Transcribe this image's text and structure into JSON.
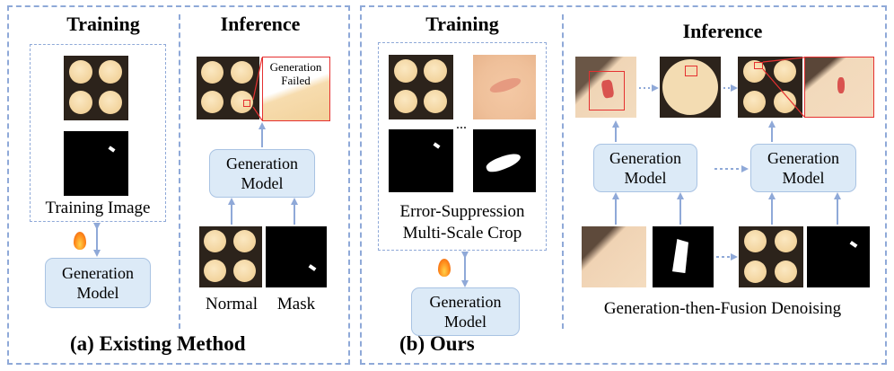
{
  "left": {
    "training_title": "Training",
    "inference_title": "Inference",
    "training_image_label": "Training Image",
    "model_line1": "Generation",
    "model_line2": "Model",
    "inf_model_line1": "Generation",
    "inf_model_line2": "Model",
    "generation_failed_line1": "Generation",
    "generation_failed_line2": "Failed",
    "normal_label": "Normal",
    "mask_label": "Mask",
    "caption": "(a) Existing  Method"
  },
  "right": {
    "training_title": "Training",
    "inference_title": "Inference",
    "crop_line1": "Error-Suppression",
    "crop_line2": "Multi-Scale Crop",
    "ellipsis": "...",
    "model_line1": "Generation",
    "model_line2": "Model",
    "inf_model_a_line1": "Generation",
    "inf_model_a_line2": "Model",
    "inf_model_b_line1": "Generation",
    "inf_model_b_line2": "Model",
    "fusion_label": "Generation-then-Fusion Denoising",
    "caption": "(b) Ours"
  },
  "icons": {
    "flame": "fire-icon",
    "arrow_color": "#8fa9d8"
  }
}
